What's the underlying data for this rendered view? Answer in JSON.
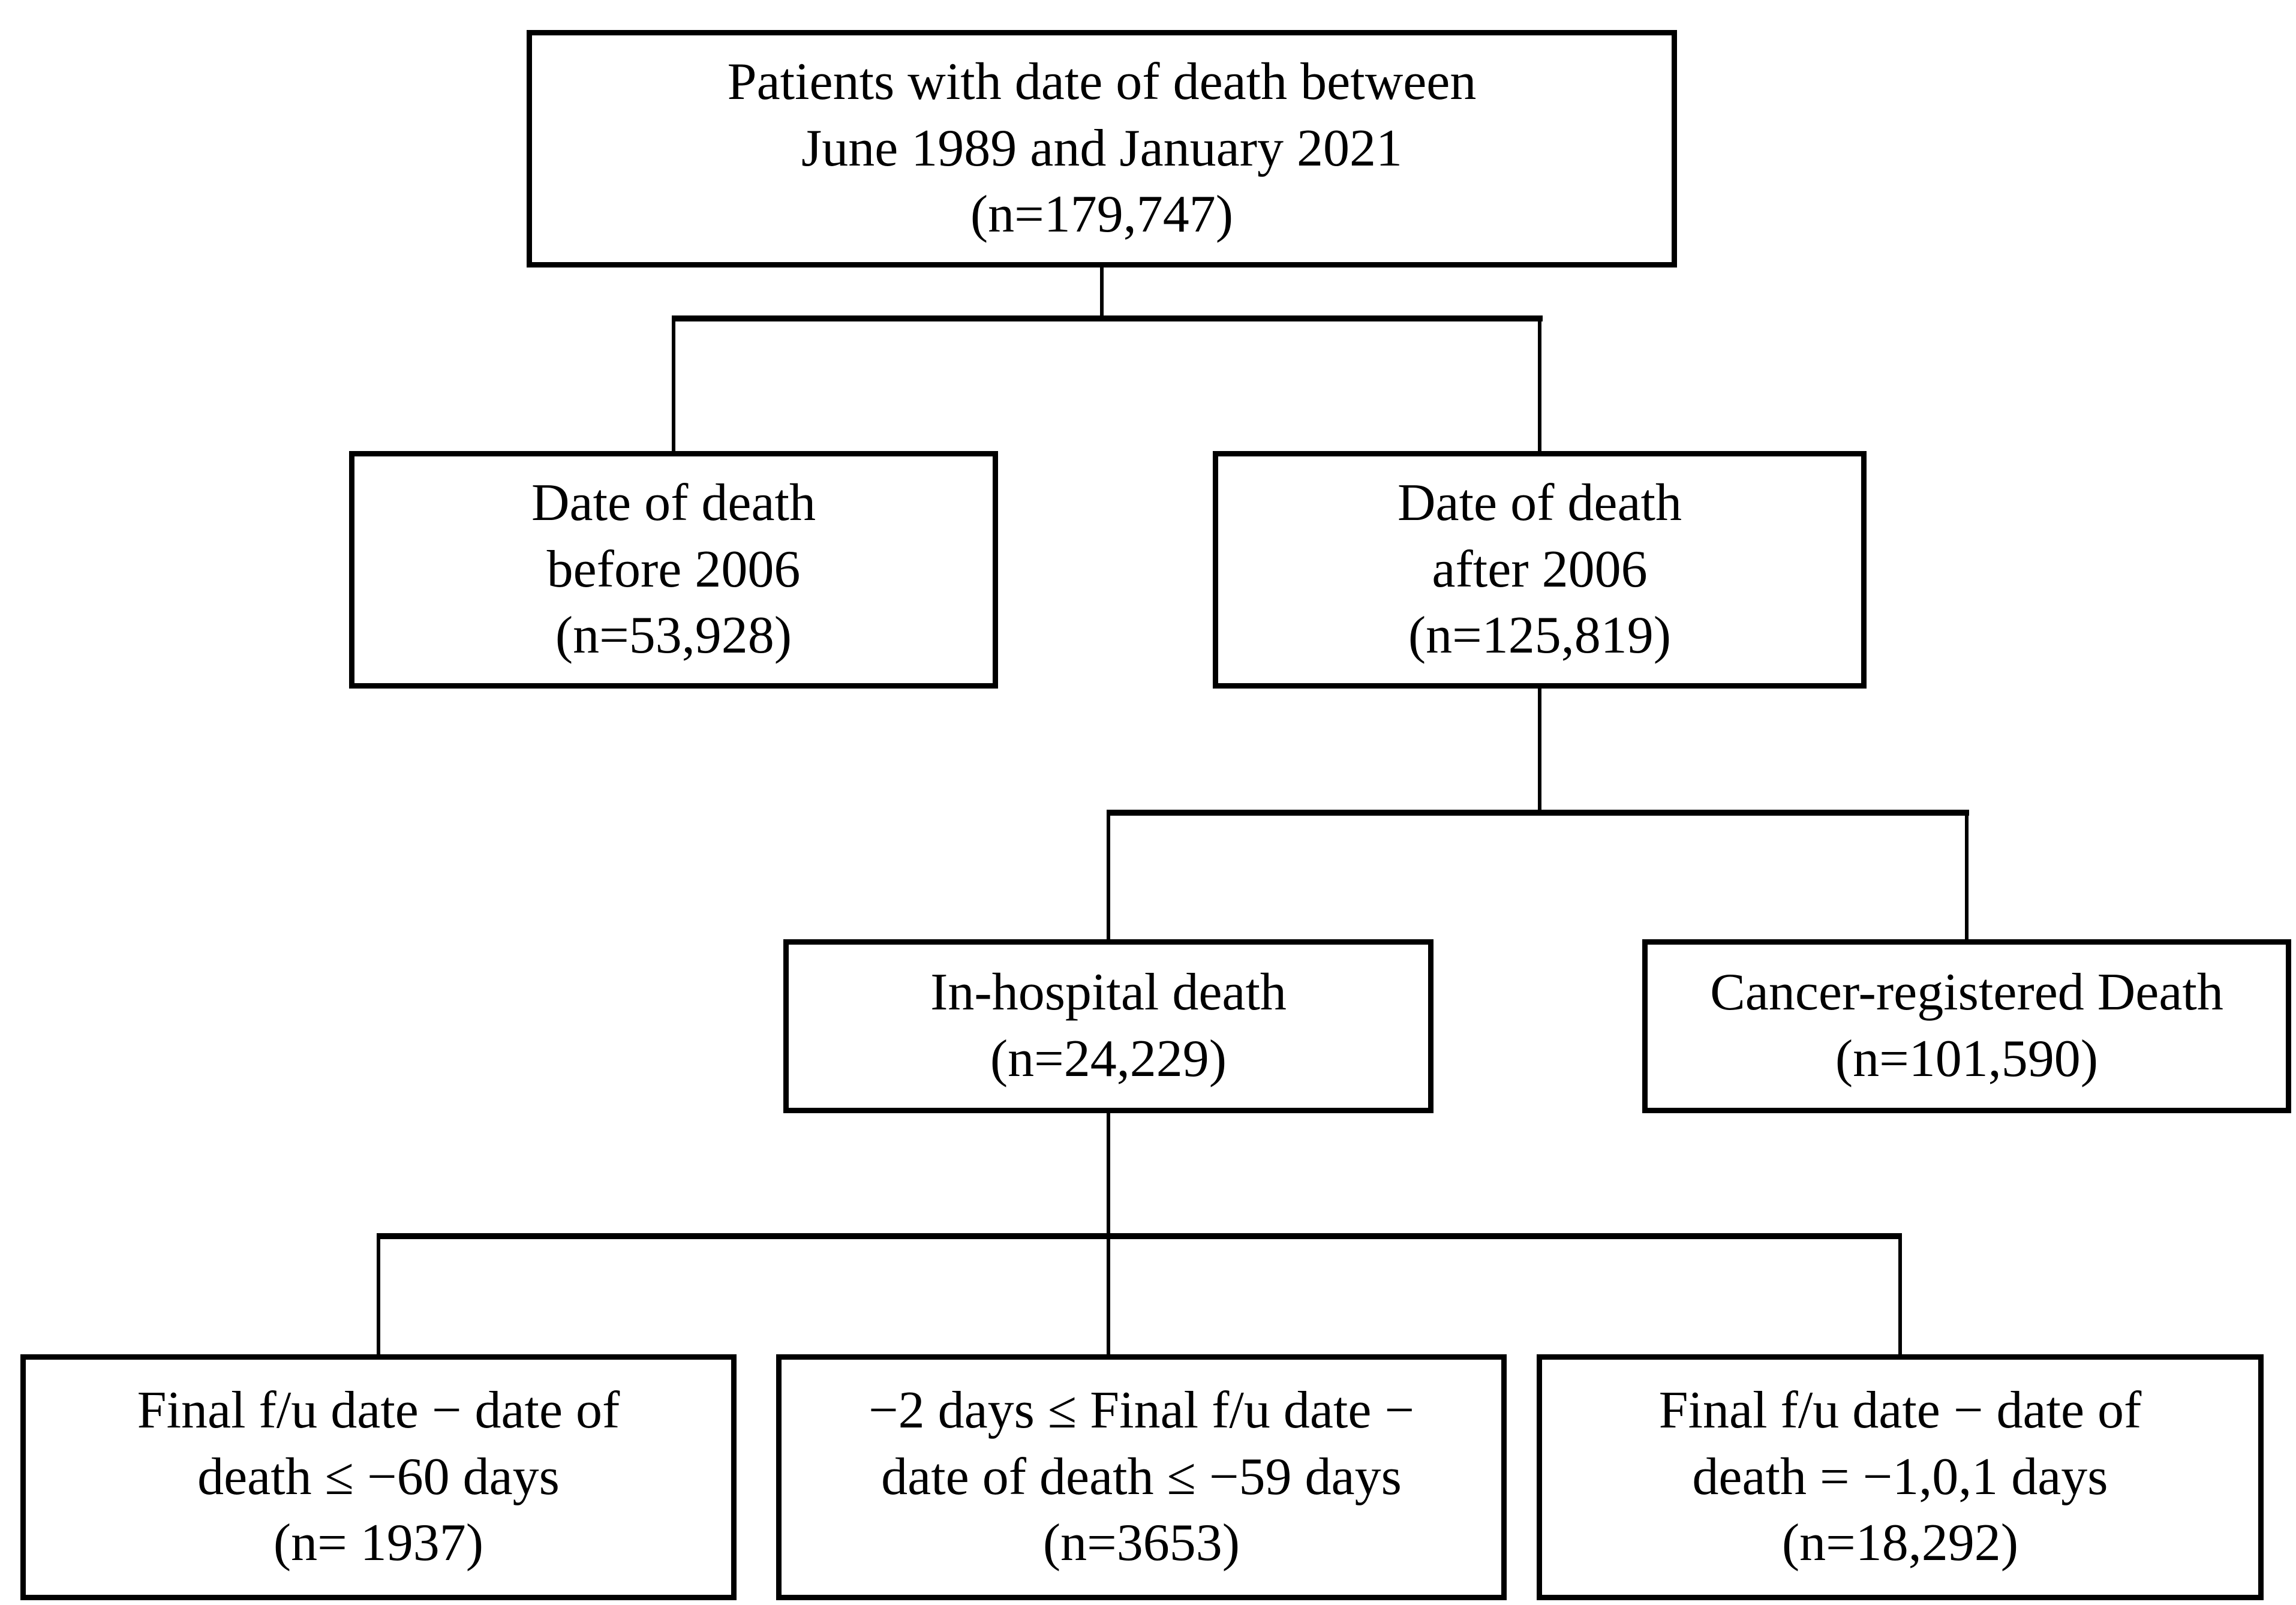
{
  "figure": {
    "type": "flowchart",
    "colors": {
      "line": "#000000",
      "background": "#ffffff"
    },
    "nodes": {
      "root": {
        "lines": [
          "Patients with date of death between",
          "June 1989 and January 2021",
          "(n=179,747)"
        ]
      },
      "before_2006": {
        "lines": [
          "Date of death",
          "before 2006",
          "(n=53,928)"
        ]
      },
      "after_2006": {
        "lines": [
          "Date of death",
          "after 2006",
          "(n=125,819)"
        ]
      },
      "in_hospital": {
        "lines": [
          "In-hospital death",
          "(n=24,229)"
        ]
      },
      "cancer_registered": {
        "lines": [
          "Cancer-registered Death",
          "(n=101,590)"
        ]
      },
      "fu_le_minus60": {
        "lines": [
          "Final f/u date − date of",
          "death ≤ −60 days",
          "(n= 1937)"
        ]
      },
      "fu_minus2_to_minus59": {
        "lines": [
          "−2 days ≤ Final f/u date −",
          "date of death ≤ −59 days",
          "(n=3653)"
        ]
      },
      "fu_equal_101": {
        "lines": [
          "Final f/u date − date of",
          "death = −1,0,1 days",
          "(n=18,292)"
        ]
      }
    },
    "edges": [
      {
        "from": "root",
        "to": "before_2006"
      },
      {
        "from": "root",
        "to": "after_2006"
      },
      {
        "from": "after_2006",
        "to": "in_hospital"
      },
      {
        "from": "after_2006",
        "to": "cancer_registered"
      },
      {
        "from": "in_hospital",
        "to": "fu_le_minus60"
      },
      {
        "from": "in_hospital",
        "to": "fu_minus2_to_minus59"
      },
      {
        "from": "in_hospital",
        "to": "fu_equal_101"
      }
    ]
  }
}
